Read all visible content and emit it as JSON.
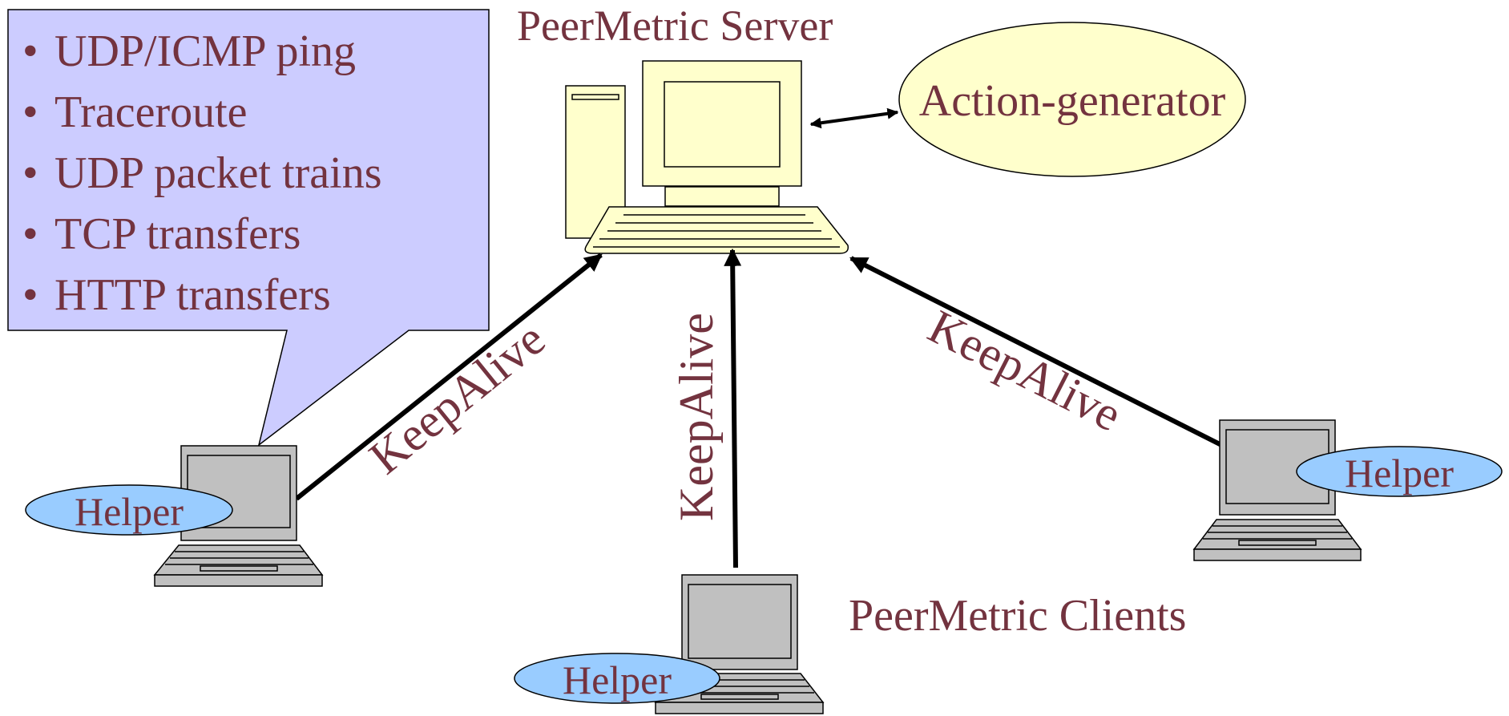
{
  "callout": {
    "bullet": "•",
    "items": [
      "UDP/ICMP ping",
      "Traceroute",
      "UDP packet trains",
      "TCP transfers",
      "HTTP transfers"
    ]
  },
  "server": {
    "title": "PeerMetric Server"
  },
  "action_generator": {
    "label": "Action-generator"
  },
  "clients": {
    "title": "PeerMetric Clients",
    "helper_left": "Helper",
    "helper_center": "Helper",
    "helper_right": "Helper"
  },
  "links": {
    "left": "KeepAlive",
    "center": "KeepAlive",
    "right": "KeepAlive"
  },
  "colors": {
    "text": "#73333f",
    "callout_fill": "#ccccff",
    "computer_fill": "#ffffcc",
    "laptop_fill": "#c0c0c0",
    "helper_fill": "#99ccff",
    "ellipse_fill": "#ffffcc",
    "line": "#000000"
  }
}
